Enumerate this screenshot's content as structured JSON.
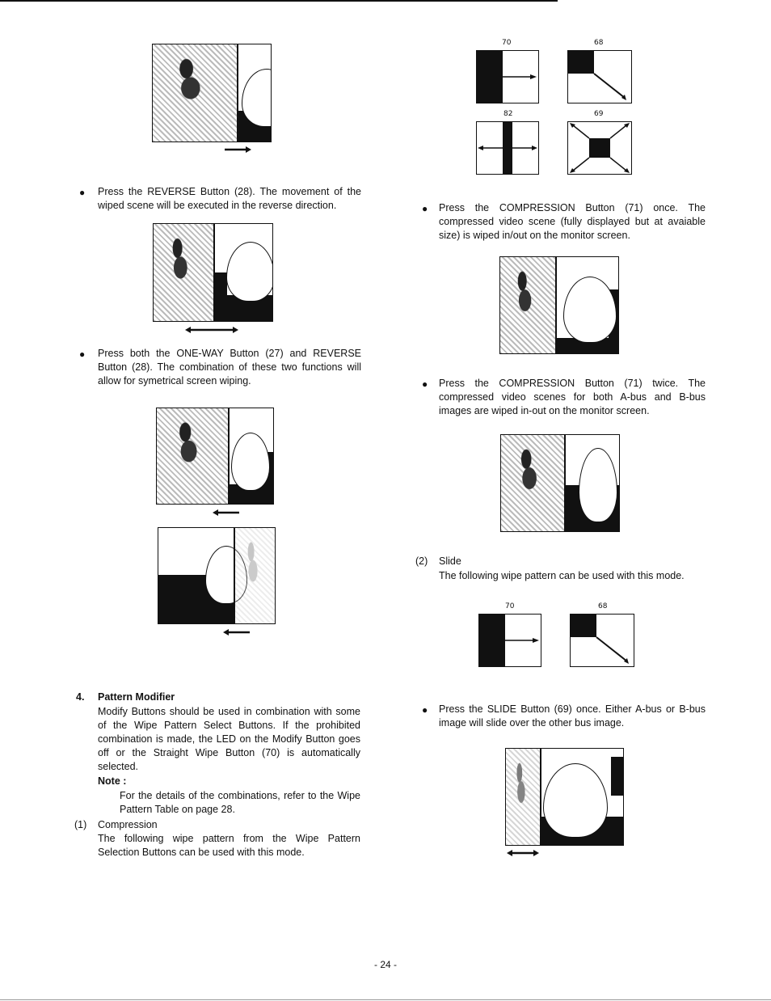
{
  "left": {
    "para_reverse": "Press the REVERSE Button (28). The movement of the wiped scene will be executed in the reverse direction.",
    "para_oneway": "Press both the ONE-WAY Button (27) and REVERSE Button (28). The combination of these two functions will allow for symetrical screen wiping.",
    "section_number": "4.",
    "section_title": "Pattern Modifier",
    "section_body": "Modify Buttons should be used in combination with some of the Wipe Pattern Select Buttons. If the prohibited combination is made, the LED on the Modify Button goes off or the Straight Wipe Button (70) is automatically selected.",
    "note_label": "Note :",
    "note_body": "For the details of the combinations, refer to the Wipe Pattern Table on page 28.",
    "sub_number": "(1)",
    "sub_title": "Compression",
    "sub_body": "The following wipe pattern from the Wipe Pattern Selection Buttons can be used with this mode."
  },
  "right": {
    "pattern_labels_top": [
      "70",
      "68"
    ],
    "pattern_labels_bottom": [
      "82",
      "69"
    ],
    "para_compression_once": "Press the COMPRESSION Button (71) once. The compressed video scene (fully displayed but at avaiable size) is wiped in/out on the monitor screen.",
    "para_compression_twice": "Press the COMPRESSION Button (71) twice. The compressed video scenes for both A-bus and B-bus images are wiped in-out on the monitor screen.",
    "slide_number": "(2)",
    "slide_title": "Slide",
    "slide_body": "The following wipe pattern can be used with this mode.",
    "slide_pattern_labels": [
      "70",
      "68"
    ],
    "para_slide": "Press the SLIDE Button (69) once. Either A-bus or B-bus image will slide over the other bus image."
  },
  "footer": {
    "page_number": "- 24 -"
  },
  "colors": {
    "ink": "#111111",
    "paper": "#ffffff"
  }
}
